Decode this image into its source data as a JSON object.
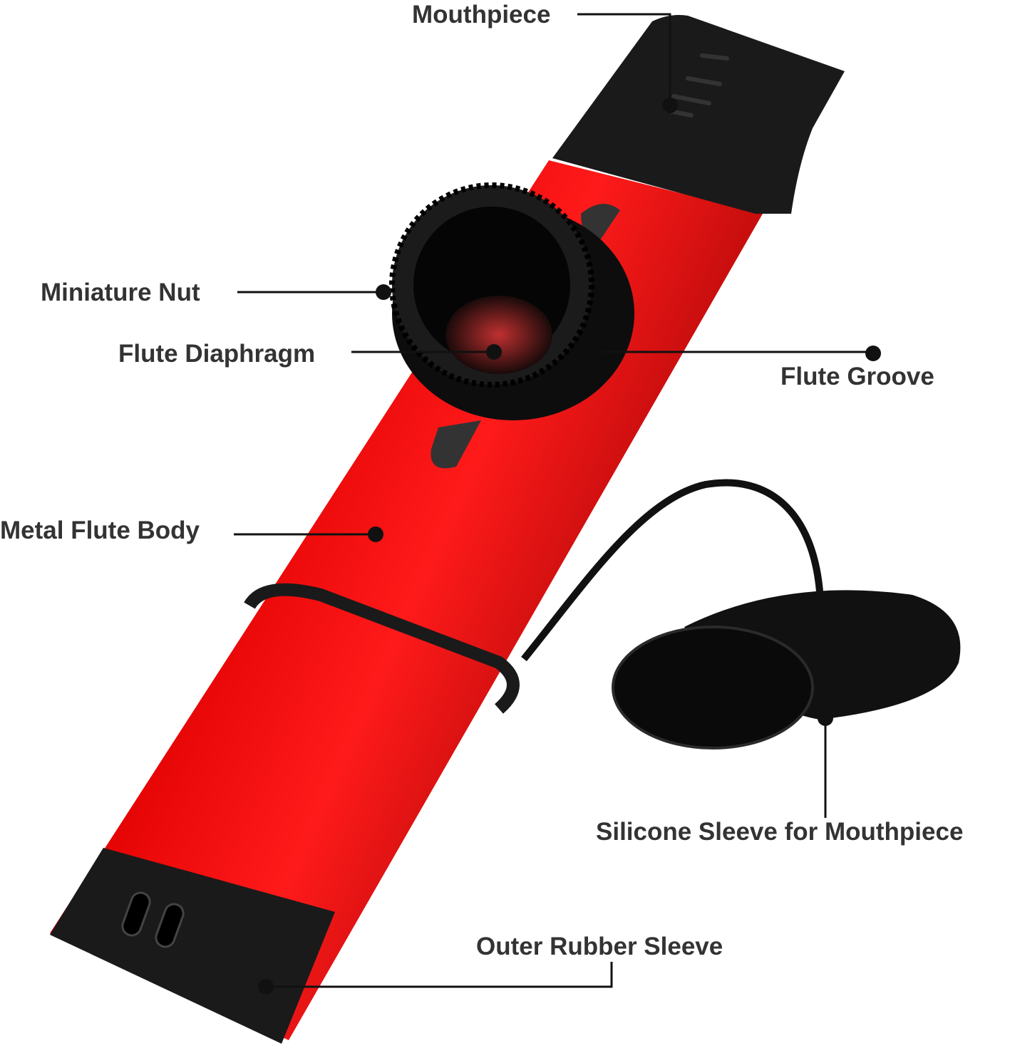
{
  "title": "Kazoo parts diagram",
  "labels": {
    "mouthpiece": "Mouthpiece",
    "miniature_nut": "Miniature Nut",
    "flute_diaphragm": "Flute Diaphragm",
    "flute_groove": "Flute Groove",
    "metal_flute_body": "Metal Flute Body",
    "silicone_sleeve": "Silicone Sleeve for Mouthpiece",
    "outer_rubber_sleeve": "Outer Rubber Sleeve"
  },
  "colors": {
    "body": "#d40000",
    "body_dark": "#8a0000",
    "rubber": "#151515",
    "label": "#333333"
  }
}
